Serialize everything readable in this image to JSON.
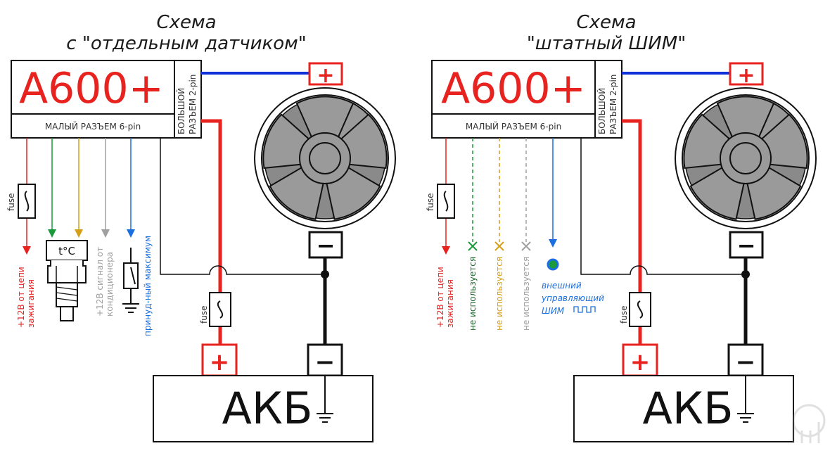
{
  "left": {
    "title_line1": "Схема",
    "title_line2": "с \"отдельным датчиком\"",
    "controller": "A600+",
    "small_connector": "МАЛЫЙ РАЗЪЕМ 6-pin",
    "big_connector_line1": "БОЛЬШОЙ",
    "big_connector_line2": "РАЗЪЕМ 2-pin",
    "fuse": "fuse",
    "fuse_battery": "fuse",
    "sensor_label": "t°C",
    "wire_labels": {
      "ignition_line1": "+12В от цепи",
      "ignition_line2": "зажигания",
      "ac_line1": "+12В сигнал от",
      "ac_line2": "кондиционера",
      "forced": "принуд-ный максимум"
    },
    "plus": "+",
    "minus": "−",
    "battery": "АКБ"
  },
  "right": {
    "title_line1": "Схема",
    "title_line2": "\"штатный ШИМ\"",
    "controller": "A600+",
    "small_connector": "МАЛЫЙ РАЗЪЕМ 6-pin",
    "big_connector_line1": "БОЛЬШОЙ",
    "big_connector_line2": "РАЗЪЕМ 2-pin",
    "fuse": "fuse",
    "fuse_battery": "fuse",
    "wire_labels": {
      "ignition_line1": "+12В от цепи",
      "ignition_line2": "зажигания",
      "unused1": "не используется",
      "unused2": "не используется",
      "unused3": "не используется",
      "pwm_line1": "внешний",
      "pwm_line2": "управляющий",
      "pwm_line3": "ШИМ"
    },
    "plus": "+",
    "minus": "−",
    "battery": "АКБ"
  },
  "colors": {
    "red": "#e8231f",
    "green": "#1a9a3a",
    "yellow": "#d4a017",
    "gray": "#a0a0a0",
    "blue": "#1a6fe0",
    "dark_blue": "#1030d8"
  }
}
